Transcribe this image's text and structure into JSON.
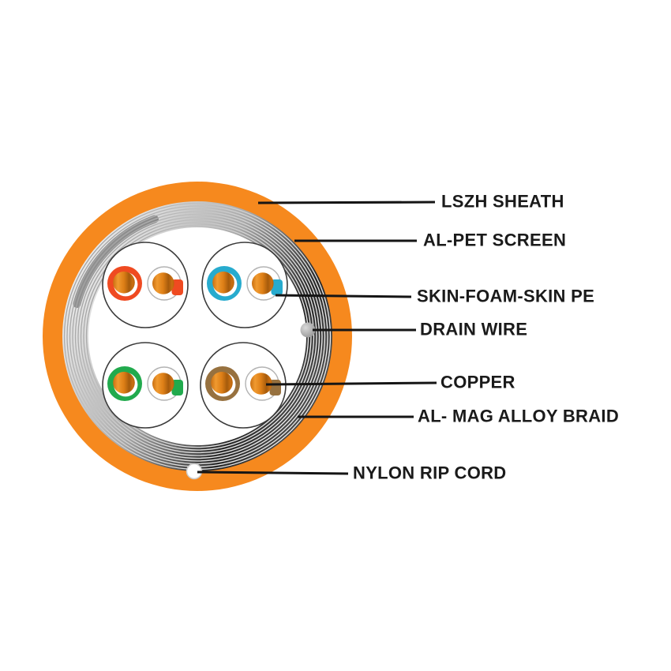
{
  "figure": {
    "type": "cable-cross-section-diagram",
    "labels": [
      {
        "text": "LSZH SHEATH"
      },
      {
        "text": "AL-PET SCREEN"
      },
      {
        "text": "SKIN-FOAM-SKIN PE"
      },
      {
        "text": "DRAIN WIRE"
      },
      {
        "text": "COPPER"
      },
      {
        "text": "AL- MAG ALLOY BRAID"
      },
      {
        "text": "NYLON RIP CORD"
      }
    ],
    "colors": {
      "sheath": "#F6891E",
      "leader": "#151515",
      "pair_outline": "#3A3A3A",
      "wire_ring_outline": "#B3B3B3",
      "pair1_ring": "#EF4A21",
      "pair2_ring": "#27ABCE",
      "pair3_ring": "#21AA4D",
      "pair4_ring": "#97713F",
      "copper_light": "#F09A30",
      "copper_mid": "#DD7E16",
      "copper_dark": "#A55B0C",
      "screen_silver": "#FAFAFA",
      "screen_gray": "#A8A8A8",
      "screen_dark": "#262626",
      "drain_light": "#D9D9D9",
      "drain_dark": "#8C8C8C",
      "ripcord_fill": "#FFFFFF",
      "ripcord_edge": "#CCCCCC"
    }
  }
}
